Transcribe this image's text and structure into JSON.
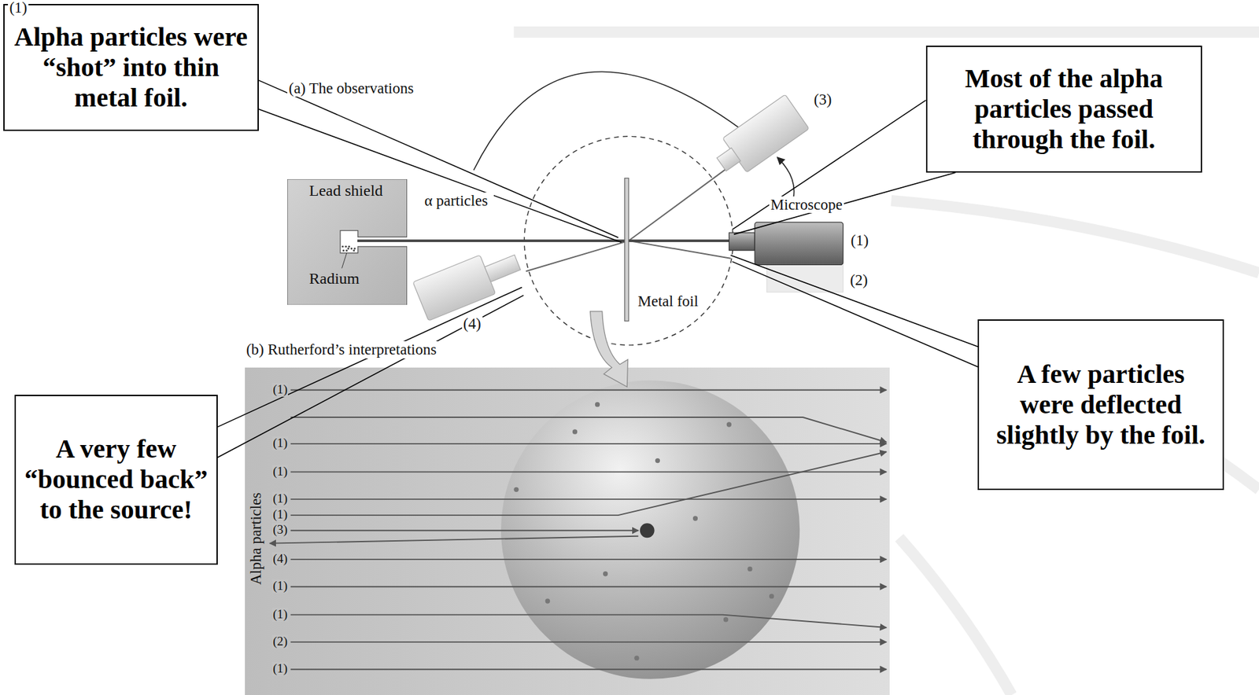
{
  "diagram": {
    "nodes": [
      {
        "text": [
          "Alpha particles were “shot” into thin metal foil."
        ]
      },
      {
        "text": [
          "Most of the alpha particles passed through the foil."
        ]
      },
      {
        "text": [
          "Lead shield",
          "Radium"
        ]
      },
      {
        "text": [
          "A few particles were deflected slightly by the foil."
        ]
      },
      {
        "text": [
          "A very few “bounced back” to the source!"
        ]
      }
    ],
    "labels": [
      "(a) The observations",
      "α particles",
      "(3)",
      "Microscope",
      "(1)",
      "(2)",
      "Metal foil",
      "(4)",
      "(b) Rutherford’s interpretations",
      "Alpha particles",
      "(1)",
      "(1)",
      "(1)",
      "(1)",
      "(1)",
      "(3)",
      "(4)",
      "(1)",
      "(1)",
      "(2)",
      "(1)",
      "(1)"
    ]
  }
}
